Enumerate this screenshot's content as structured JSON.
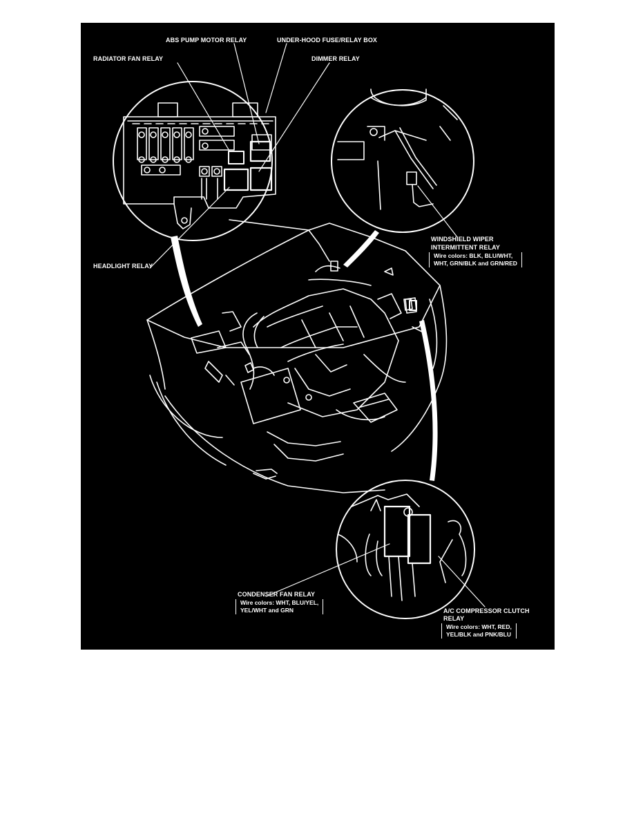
{
  "labels": {
    "abs_pump_motor_relay": "ABS PUMP MOTOR RELAY",
    "under_hood_box": "UNDER-HOOD FUSE/RELAY BOX",
    "radiator_fan_relay": "RADIATOR FAN RELAY",
    "dimmer_relay": "DIMMER RELAY",
    "headlight_relay": "HEADLIGHT RELAY",
    "wiper_relay": {
      "line1": "WINDSHIELD WIPER",
      "line2": "INTERMITTENT RELAY",
      "wires_line1": "Wire colors: BLK, BLU/WHT,",
      "wires_line2": "WHT, GRN/BLK and GRN/RED"
    },
    "condenser_fan_relay": {
      "title": "CONDENSER FAN RELAY",
      "wires_line1": "Wire colors: WHT, BLU/YEL,",
      "wires_line2": "YEL/WHT and GRN"
    },
    "ac_compressor_relay": {
      "line1": "A/C COMPRESSOR CLUTCH",
      "line2": "RELAY",
      "wires_line1": "Wire colors: WHT, RED,",
      "wires_line2": "YEL/BLK and PNK/BLU"
    }
  }
}
